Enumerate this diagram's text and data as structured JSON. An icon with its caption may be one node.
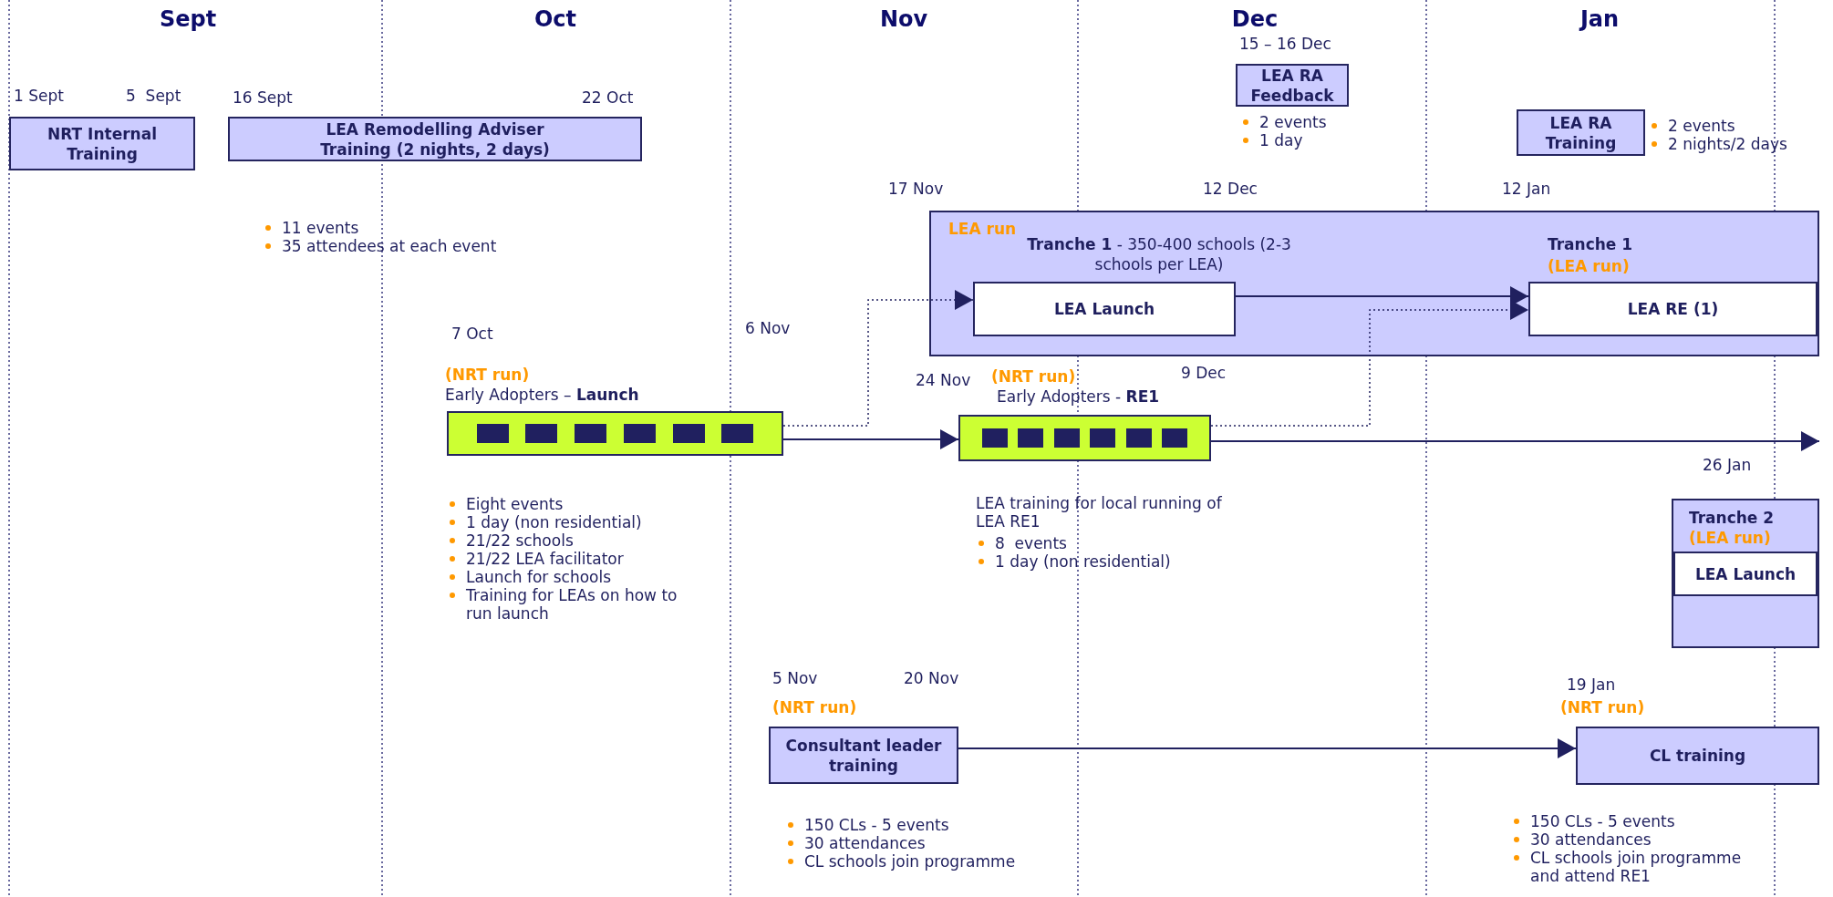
{
  "diagram": {
    "nodes": [
      {
        "text": [
          "NRT Internal Training"
        ]
      },
      {
        "text": [
          "LEA Remodelling Adviser Training (2 nights, 2 days)"
        ]
      },
      {
        "text": [
          "LEA RA Feedback"
        ]
      },
      {
        "text": [
          "LEA RA Training"
        ]
      },
      {
        "text": [
          "LEA run",
          "**Tranche 1** - 350-400 schools (2-3 schools per LEA)",
          "Tranche 1",
          "(LEA run)"
        ]
      },
      {
        "text": [
          "LEA Launch"
        ],
        "in": 4
      },
      {
        "text": [
          "LEA RE (1)"
        ],
        "in": 4
      },
      {
        "text": [
          "(NRT run)",
          "Early Adopters – **Launch**"
        ]
      },
      {
        "text": [
          "(NRT run)",
          "Early Adopters - **RE1**"
        ]
      },
      {
        "text": [
          "Tranche 2",
          "(LEA run)"
        ]
      },
      {
        "text": [
          "LEA Launch"
        ],
        "in": 9
      },
      {
        "text": [
          "Consultant leader training"
        ]
      },
      {
        "text": [
          "CL training"
        ]
      }
    ],
    "edges": [
      {
        "from": 7,
        "to": 5,
        "arrow": "to",
        "style": "dashed"
      },
      {
        "from": 7,
        "to": 8,
        "arrow": "to"
      },
      {
        "from": 5,
        "to": 6,
        "arrow": "to"
      },
      {
        "from": 8,
        "to": 6,
        "arrow": "to",
        "style": "dashed"
      },
      {
        "from": 8,
        "to": null,
        "arrow": "to"
      },
      {
        "from": 11,
        "to": 12,
        "arrow": "to"
      }
    ],
    "labels": [
      "Sept",
      "Oct",
      "Nov",
      "Dec",
      "Jan",
      "1 Sept",
      "5  Sept",
      "16 Sept",
      "22 Oct",
      "15 – 16 Dec",
      "2 events",
      "1 day",
      "2 events",
      "2 nights/2 days",
      "17 Nov",
      "12 Dec",
      "12 Jan",
      "11 events",
      "35 attendees at each event",
      "7 Oct",
      "6 Nov",
      "24 Nov",
      "9 Dec",
      "26 Jan",
      "Eight events",
      "1 day (non residential)",
      "21/22 schools",
      "21/22 LEA facilitator",
      "Launch for schools",
      "Training for LEAs on how to run launch",
      "LEA training for local running of LEA RE1",
      "8  events",
      "1 day (non residential)",
      "5 Nov",
      "20 Nov",
      "19 Jan",
      "(NRT run)",
      "(NRT run)",
      "150 CLs - 5 events",
      "30 attendances",
      "CL schools join programme",
      "150 CLs - 5 events",
      "30 attendances",
      "CL schools join programme and attend RE1"
    ]
  }
}
